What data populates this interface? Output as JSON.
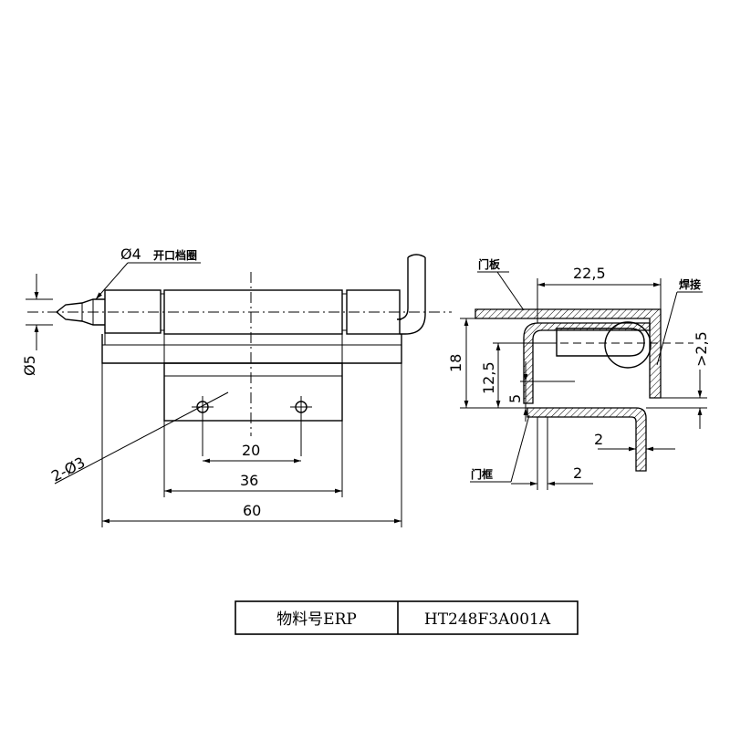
{
  "dims": {
    "d4": "Ø4",
    "d4_note": "开口档圈",
    "d5": "Ø5",
    "holes": "2-Ø3",
    "d20": "20",
    "d36": "36",
    "d60": "60",
    "d22_5": "22,5",
    "d18": "18",
    "d12_5": "12,5",
    "d5b": "5",
    "d2_5": ">2,5",
    "d2a": "2",
    "d2b": "2"
  },
  "labels": {
    "door_panel": "门板",
    "weld": "焊接",
    "door_frame": "门框"
  },
  "table": {
    "key": "物料号ERP",
    "value": "HT248F3A001A"
  }
}
